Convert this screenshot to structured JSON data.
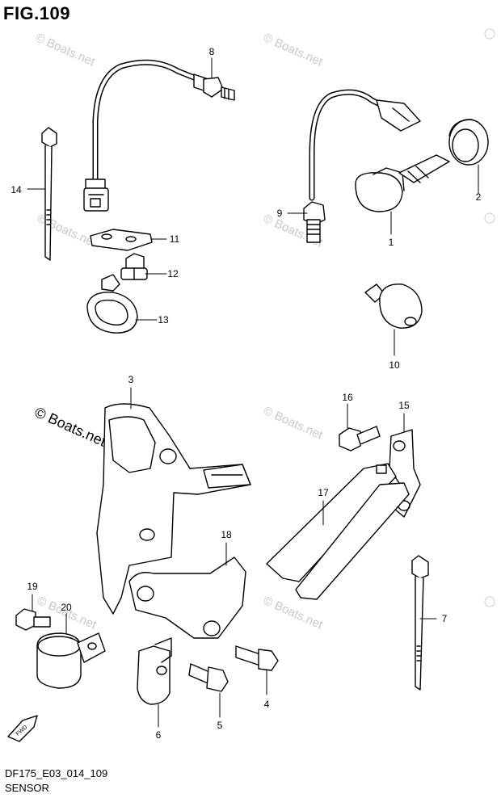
{
  "figure": {
    "title": "FIG.109"
  },
  "footer": {
    "code": "DF175_E03_014_109",
    "section": "SENSOR"
  },
  "watermark": {
    "text": "© Boats.net"
  },
  "callouts": [
    {
      "num": "1"
    },
    {
      "num": "2"
    },
    {
      "num": "3"
    },
    {
      "num": "4"
    },
    {
      "num": "5"
    },
    {
      "num": "6"
    },
    {
      "num": "7"
    },
    {
      "num": "8"
    },
    {
      "num": "9"
    },
    {
      "num": "10"
    },
    {
      "num": "11"
    },
    {
      "num": "12"
    },
    {
      "num": "13"
    },
    {
      "num": "14"
    },
    {
      "num": "15"
    },
    {
      "num": "16"
    },
    {
      "num": "17"
    },
    {
      "num": "18"
    },
    {
      "num": "19"
    },
    {
      "num": "20"
    }
  ],
  "fwd_arrow": {
    "label": "FWD"
  }
}
